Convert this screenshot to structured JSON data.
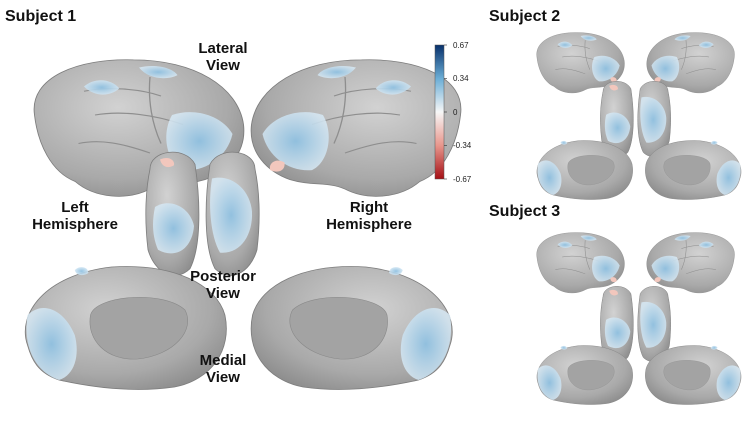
{
  "subjects": [
    {
      "title": "Subject 1"
    },
    {
      "title": "Subject 2"
    },
    {
      "title": "Subject 3"
    }
  ],
  "view_labels": {
    "lateral": [
      "Lateral",
      "View"
    ],
    "left": [
      "Left",
      "Hemisphere"
    ],
    "right": [
      "Right",
      "Hemisphere"
    ],
    "posterior": [
      "Posterior",
      "View"
    ],
    "medial": [
      "Medial",
      "View"
    ]
  },
  "colorbar": {
    "ticks": [
      "0.67",
      "0.34",
      "0",
      "-0.34",
      "-0.67"
    ],
    "colors": {
      "max": "#08306b",
      "mid_high": "#6baed6",
      "zero": "#f7f7f7",
      "mid_low": "#e8968c",
      "min": "#a50f15"
    }
  },
  "colors": {
    "brain": "#b9b9b9",
    "brain_dark": "#8f8f8f",
    "overlay": "#9ecae1",
    "overlay_pale": "#d6e8f4"
  }
}
